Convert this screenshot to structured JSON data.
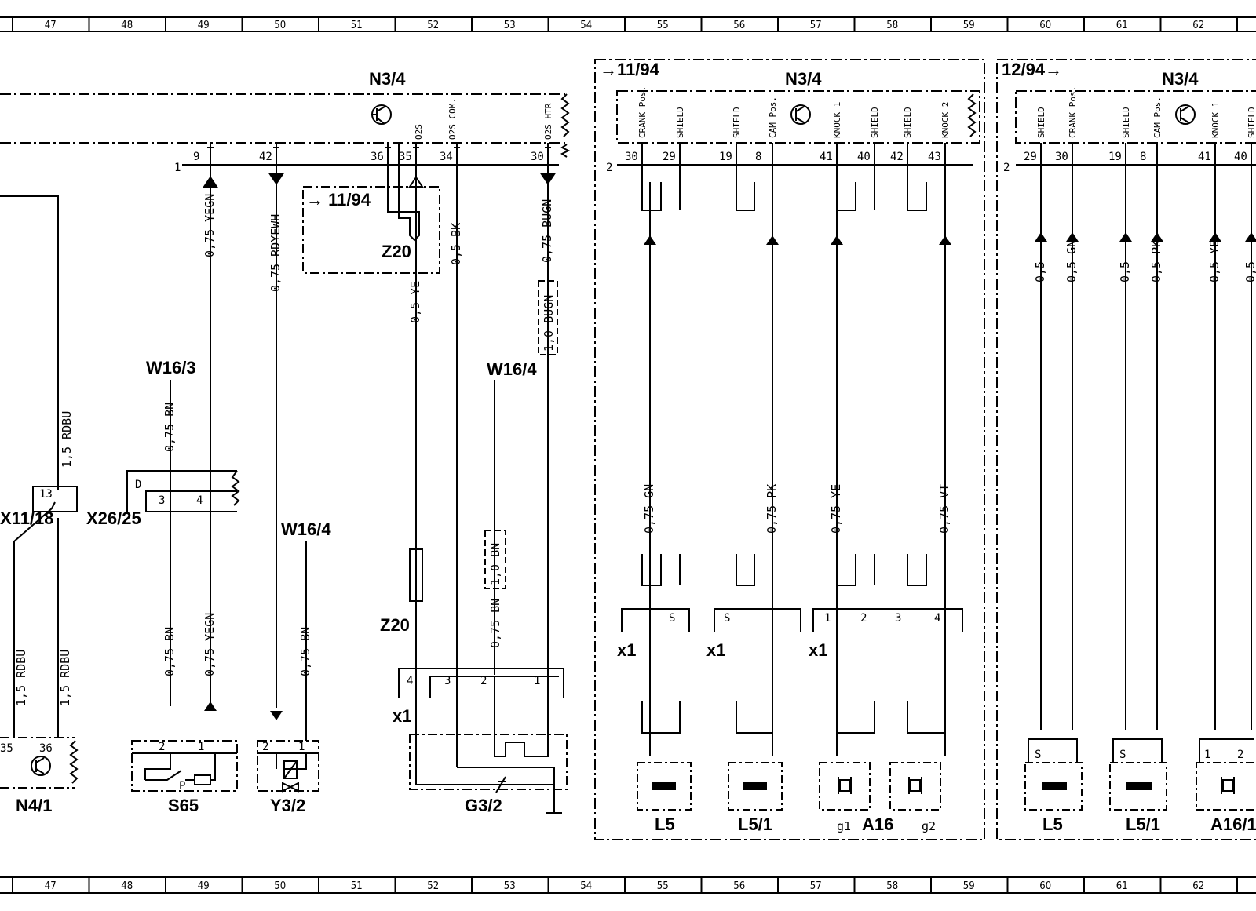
{
  "ruler": {
    "columns": [
      "47",
      "48",
      "49",
      "50",
      "51",
      "52",
      "53",
      "54",
      "55",
      "56",
      "57",
      "58",
      "59",
      "60",
      "61",
      "62"
    ]
  },
  "modules": {
    "main_n34": "N3/4",
    "ref_1194_a": "→ 11/94",
    "ref_1194_b": "→11/94",
    "n34_b": "N3/4",
    "ref_1294": "12/94→",
    "n34_c": "N3/4"
  },
  "connector_ids": {
    "c1": "1",
    "c2a": "2",
    "c2b": "2"
  },
  "n34_pins": [
    "9",
    "42",
    "36",
    "35",
    "34",
    "30"
  ],
  "n34_pin_labels": [
    "O2S",
    "O2S COM.",
    "O2S HTR"
  ],
  "block2_labels": [
    "CRANK Pos.",
    "SHIELD",
    "SHIELD",
    "CAM Pos.",
    "KNOCK 1",
    "SHIELD",
    "SHIELD",
    "KNOCK 2"
  ],
  "block2_pins": [
    "30",
    "29",
    "19",
    "8",
    "41",
    "40",
    "42",
    "43"
  ],
  "block3_labels": [
    "SHIELD",
    "CRANK Pos.",
    "SHIELD",
    "CAM Pos.",
    "KNOCK 1",
    "SHIELD"
  ],
  "block3_pins": [
    "29",
    "30",
    "19",
    "8",
    "41",
    "40"
  ],
  "wires": {
    "w_9": "0,75 YEGN",
    "w_42": "0,75 RDYEWH",
    "w_35": "0,5 YE",
    "w_34": "0,5 BK",
    "w_30a": "0,75 BUGN",
    "w_30b": "1,0 BUGN",
    "w_rdbu_top": "1,5 RDBU",
    "w_rdbu_l": "1,5 RDBU",
    "w_rdbu_r": "1,5 RDBU",
    "w_w163": "0,75 BN",
    "w_s65_bn": "0,75 BN",
    "w_s65_yegn": "0,75 YEGN",
    "w_y32_bn": "0,75 BN",
    "w_w164_a": "1,0 BN",
    "w_w164_b": "0,75 BN",
    "w_l5_gn": "0,75 GN",
    "w_l51_pk": "0,75 PK",
    "w_knock_ye": "0,75 YE",
    "w_knock_vt": "0,75 VT",
    "r_1": "0,5",
    "r_2": "0,5 GN",
    "r_3": "0,5",
    "r_4": "0,5 PK",
    "r_5": "0,5 YE",
    "r_6": "0,5"
  },
  "components": {
    "w163": "W16/3",
    "w164_top": "W16/4",
    "w164_mid": "W16/4",
    "x1118": "X11/18",
    "x2625": "X26/25",
    "x2625_d": "D",
    "z20_top": "Z20",
    "z20_mid": "Z20",
    "x1_a": "x1",
    "x1_b": "x1",
    "x1_c": "x1",
    "x1_d": "x1",
    "n41": "N4/1",
    "s65": "S65",
    "y32": "Y3/2",
    "g32": "G3/2",
    "l5": "L5",
    "l51": "L5/1",
    "g1": "g1",
    "a16": "A16",
    "g2": "g2",
    "l5_r": "L5",
    "l51_r": "L5/1",
    "a161": "A16/1"
  },
  "pin_numbers": {
    "x1118_13": "13",
    "x2625_3": "3",
    "x2625_4": "4",
    "n41_35": "35",
    "n41_36": "36",
    "s65_2": "2",
    "s65_1": "1",
    "y32_2": "2",
    "y32_1": "1",
    "x1_4": "4",
    "x1_3": "3",
    "x1_2": "2",
    "x1_1": "1",
    "l5_s": "S",
    "l51_s": "S",
    "k1": "1",
    "k2": "2",
    "k3": "3",
    "k4": "4",
    "r_s1": "S",
    "r_s2": "S",
    "r_1": "1",
    "r_2": "2",
    "s65_p": "P"
  }
}
